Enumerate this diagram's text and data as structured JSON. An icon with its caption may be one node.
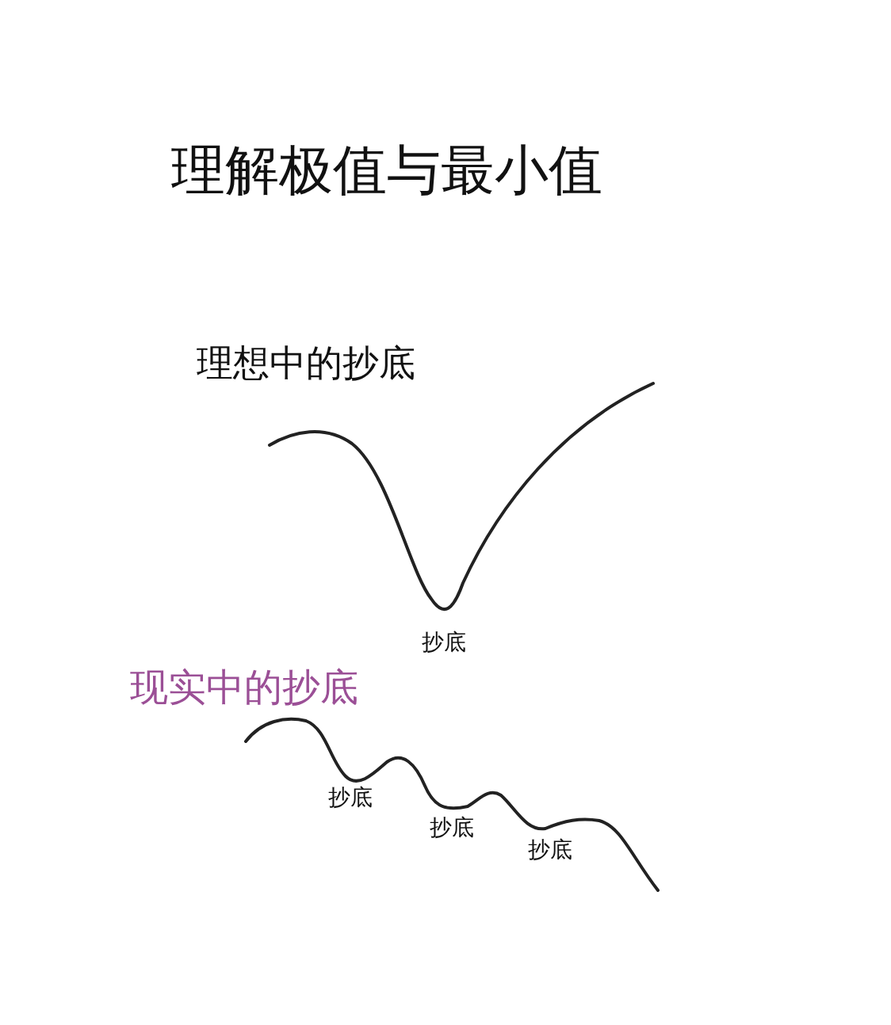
{
  "diagram": {
    "title": "理解极值与最小值",
    "labels": [
      "理想中的抄底",
      "抄底",
      "现实中的抄底",
      "抄底",
      "抄底",
      "抄底"
    ]
  }
}
